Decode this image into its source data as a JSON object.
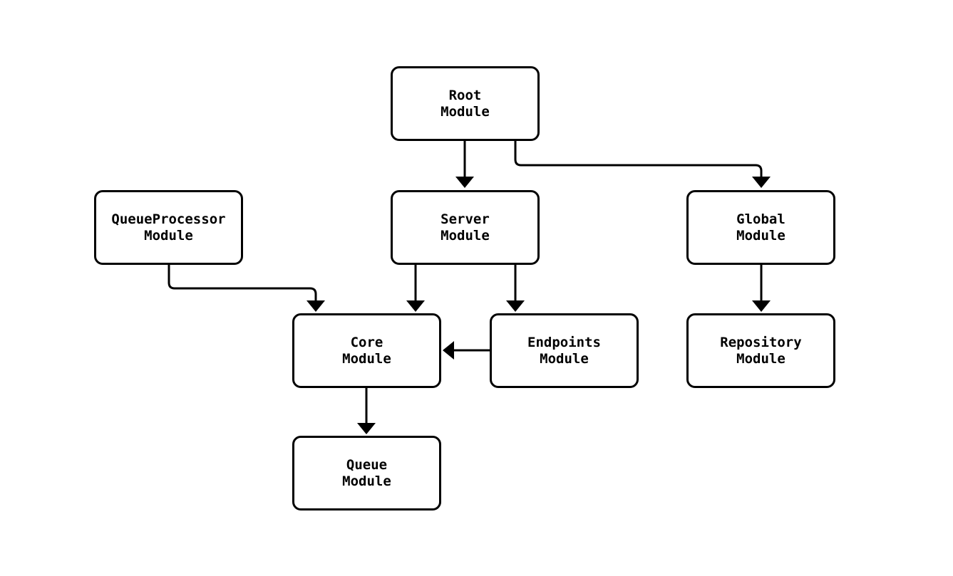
{
  "diagram": {
    "type": "module-dependency-graph",
    "background_color": "#ffffff",
    "stroke_color": "#000000",
    "text_color": "#000000",
    "nodes": {
      "root": {
        "line1": "Root",
        "line2": "Module"
      },
      "server": {
        "line1": "Server",
        "line2": "Module"
      },
      "global": {
        "line1": "Global",
        "line2": "Module"
      },
      "queueprocessor": {
        "line1": "QueueProcessor",
        "line2": "Module"
      },
      "core": {
        "line1": "Core",
        "line2": "Module"
      },
      "endpoints": {
        "line1": "Endpoints",
        "line2": "Module"
      },
      "repository": {
        "line1": "Repository",
        "line2": "Module"
      },
      "queue": {
        "line1": "Queue",
        "line2": "Module"
      }
    },
    "edges": [
      {
        "from": "Root Module",
        "to": "Server Module"
      },
      {
        "from": "Root Module",
        "to": "Global Module"
      },
      {
        "from": "QueueProcessor Module",
        "to": "Core Module"
      },
      {
        "from": "Server Module",
        "to": "Core Module"
      },
      {
        "from": "Server Module",
        "to": "Endpoints Module"
      },
      {
        "from": "Endpoints Module",
        "to": "Core Module"
      },
      {
        "from": "Global Module",
        "to": "Repository Module"
      },
      {
        "from": "Core Module",
        "to": "Queue Module"
      }
    ]
  }
}
